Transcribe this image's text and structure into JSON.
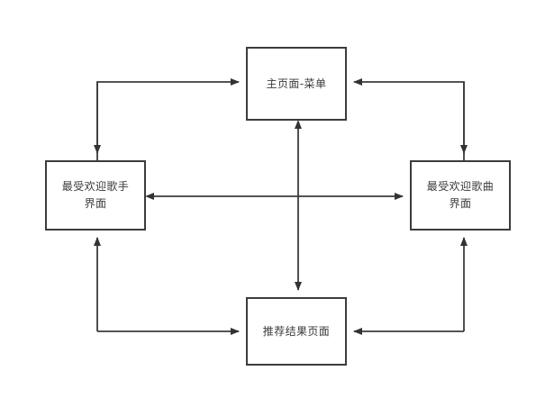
{
  "diagram": {
    "type": "flowchart",
    "background_color": "#ffffff",
    "line_color": "#3c3c3c",
    "text_color": "#3a3a3a",
    "nodes": [
      {
        "id": "home",
        "label": "主页面-菜单",
        "shape": "rectangle"
      },
      {
        "id": "artists",
        "label": "最受欢迎歌手\n界面",
        "shape": "rectangle"
      },
      {
        "id": "songs",
        "label": "最受欢迎歌曲\n界面",
        "shape": "rectangle"
      },
      {
        "id": "results",
        "label": "推荐结果页面",
        "shape": "rectangle"
      }
    ],
    "edges": [
      {
        "from": "home",
        "to": "artists",
        "style": "elbow",
        "direction": "one-way"
      },
      {
        "from": "artists",
        "to": "home",
        "style": "elbow",
        "direction": "one-way"
      },
      {
        "from": "home",
        "to": "songs",
        "style": "elbow",
        "direction": "one-way"
      },
      {
        "from": "songs",
        "to": "home",
        "style": "elbow",
        "direction": "one-way"
      },
      {
        "from": "artists",
        "to": "results",
        "style": "elbow",
        "direction": "one-way"
      },
      {
        "from": "results",
        "to": "artists",
        "style": "elbow",
        "direction": "one-way"
      },
      {
        "from": "songs",
        "to": "results",
        "style": "elbow",
        "direction": "one-way"
      },
      {
        "from": "results",
        "to": "songs",
        "style": "elbow",
        "direction": "one-way"
      },
      {
        "from": "artists",
        "to": "songs",
        "style": "straight",
        "direction": "two-way"
      },
      {
        "from": "home",
        "to": "results",
        "style": "straight",
        "direction": "two-way"
      }
    ]
  }
}
